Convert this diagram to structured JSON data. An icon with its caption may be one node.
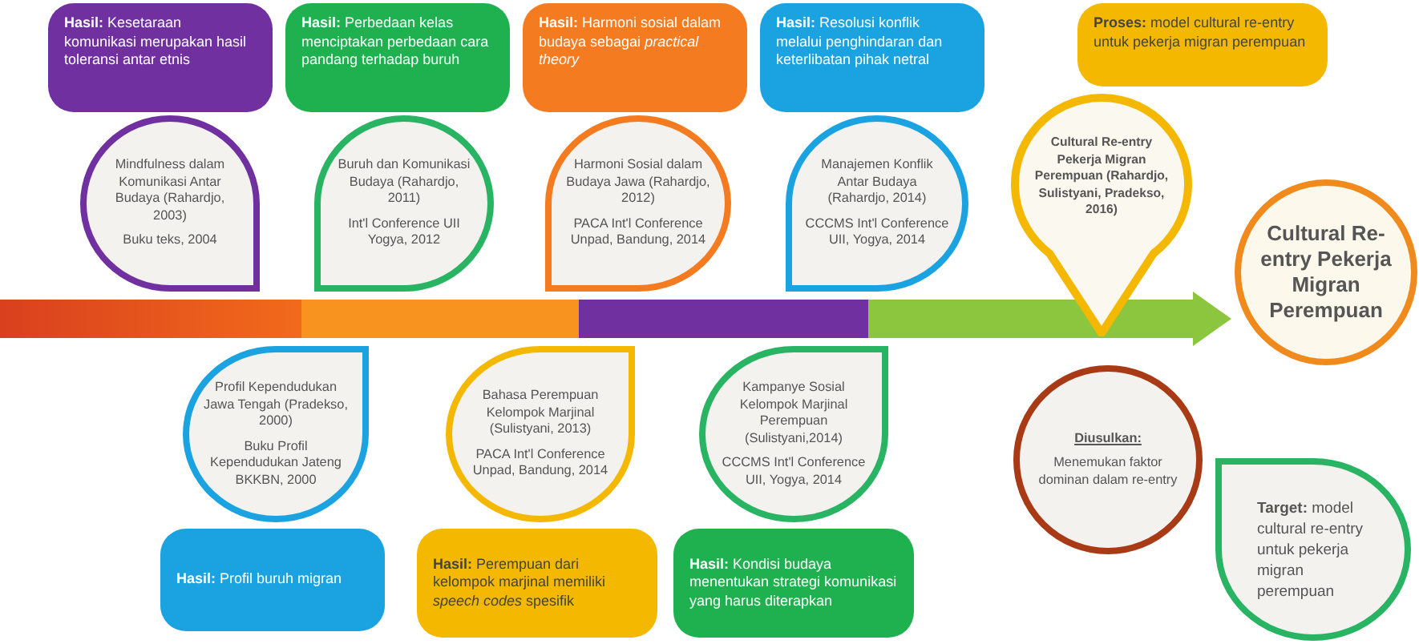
{
  "diagram": {
    "nodes": [
      {
        "text": [
          "**Hasil:** Kesetaraan komunikasi merupakan hasil toleransi antar etnis"
        ]
      },
      {
        "text": [
          "Mindfulness dalam Komunikasi Antar Budaya (Rahardjo, 2003)",
          "Buku teks, 2004"
        ]
      },
      {
        "text": [
          "**Hasil:** Perbedaan kelas menciptakan perbedaan cara pandang terhadap buruh"
        ]
      },
      {
        "text": [
          "Buruh dan Komunikasi Budaya (Rahardjo, 2011)",
          "Int'l Conference UII Yogya, 2012"
        ]
      },
      {
        "text": [
          "**Hasil:** Harmoni sosial dalam budaya sebagai *practical theory*"
        ]
      },
      {
        "text": [
          "Harmoni Sosial dalam Budaya Jawa (Rahardjo, 2012)",
          "PACA Int'l Conference Unpad, Bandung, 2014"
        ]
      },
      {
        "text": [
          "**Hasil:** Resolusi konflik melalui penghindaran dan keterlibatan pihak netral"
        ]
      },
      {
        "text": [
          "Manajemen Konflik Antar Budaya (Rahardjo, 2014)",
          "CCCMS Int'l Conference UII, Yogya, 2014"
        ]
      },
      {
        "text": [
          "**Proses:** model cultural re-entry untuk pekerja migran perempuan"
        ]
      },
      {
        "text": [
          "Cultural Re-entry Pekerja Migran Perempuan (Rahardjo, Sulistyani, Pradekso, 2016)"
        ]
      },
      {
        "text": [
          "Cultural Re-entry Pekerja Migran Perempuan"
        ]
      },
      {
        "text": [
          "**Hasil:** Profil buruh migran"
        ]
      },
      {
        "text": [
          "Profil Kependudukan Jawa Tengah (Pradekso, 2000)",
          "Buku Profil Kependudukan Jateng BKKBN, 2000"
        ]
      },
      {
        "text": [
          "**Hasil:** Perempuan dari kelompok marjinal memiliki *speech codes* spesifik"
        ]
      },
      {
        "text": [
          "Bahasa Perempuan Kelompok Marjinal (Sulistyani, 2013)",
          "PACA Int'l Conference Unpad, Bandung, 2014"
        ]
      },
      {
        "text": [
          "**Hasil:** Kondisi budaya menentukan strategi komunikasi yang harus diterapkan"
        ]
      },
      {
        "text": [
          "Kampanye Sosial Kelompok Marjinal Perempuan (Sulistyani,2014)",
          "CCCMS Int'l Conference UII, Yogya, 2014"
        ]
      },
      {
        "text": [
          "Diusulkan:",
          "Menemukan faktor dominan dalam re-entry"
        ]
      },
      {
        "text": [
          "**Target:** model cultural re-entry untuk pekerja migran perempuan"
        ]
      }
    ],
    "edges": [
      {
        "from": null,
        "to": 10,
        "arrow": "to"
      }
    ]
  }
}
